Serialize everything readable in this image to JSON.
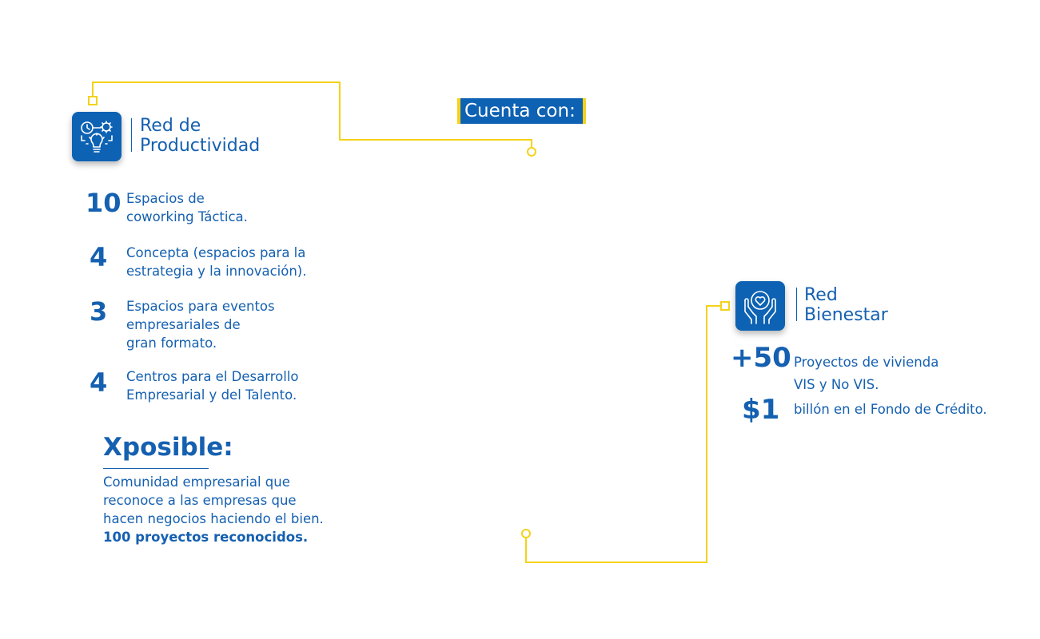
{
  "badge": {
    "label": "Cuenta con:"
  },
  "colors": {
    "accent_blue": "#0d62b3",
    "text_blue": "#1560b0",
    "connector_yellow": "#f4d21a"
  },
  "productividad": {
    "icon": "gear-lightbulb-icon",
    "title_lines": [
      "Red de",
      "Productividad"
    ],
    "stats": [
      {
        "value": "10",
        "lines": [
          "Espacios de",
          "coworking Táctica."
        ]
      },
      {
        "value": "4",
        "lines": [
          "Concepta (espacios para la",
          "estrategia y la innovación)."
        ]
      },
      {
        "value": "3",
        "lines": [
          "Espacios para eventos",
          "empresariales de",
          "gran formato."
        ]
      },
      {
        "value": "4",
        "lines": [
          "Centros para el Desarrollo",
          "Empresarial y del Talento."
        ]
      }
    ]
  },
  "xposible": {
    "title": "Xposible:",
    "lines": [
      "Comunidad empresarial que",
      "reconoce a las empresas que",
      "hacen negocios haciendo el bien."
    ],
    "highlight": "100 proyectos reconocidos."
  },
  "bienestar": {
    "icon": "hands-heart-icon",
    "title_lines": [
      "Red",
      "Bienestar"
    ],
    "stats": [
      {
        "value": "+50",
        "lines": [
          "Proyectos de vivienda",
          "VIS y No VIS."
        ]
      },
      {
        "value": "$1",
        "lines": [
          "billón en el Fondo de Crédito."
        ]
      }
    ]
  }
}
